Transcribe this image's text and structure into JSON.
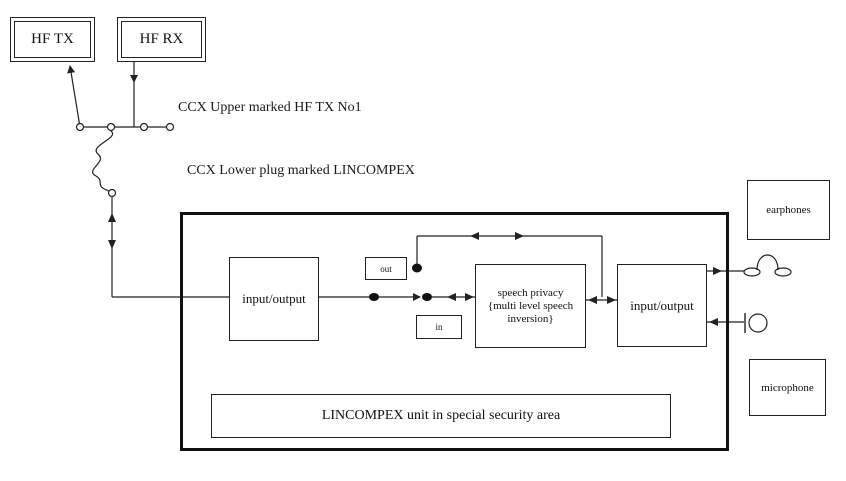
{
  "radios": {
    "hf_tx": "HF TX",
    "hf_rx": "HF RX"
  },
  "labels": {
    "ccx_upper": "CCX Upper marked HF TX No1",
    "ccx_lower": "CCX Lower plug marked LINCOMPEX"
  },
  "unit": {
    "io_left": "input/output",
    "io_right": "input/output",
    "out_label": "out",
    "in_label": "in",
    "speech_privacy": [
      "speech privacy",
      "{multi level speech",
      "inversion}"
    ],
    "area_label": "LINCOMPEX unit in special security area"
  },
  "peripherals": {
    "earphones": "earphones",
    "microphone": "microphone"
  },
  "colors": {
    "line": "#222222",
    "background": "#ffffff"
  }
}
